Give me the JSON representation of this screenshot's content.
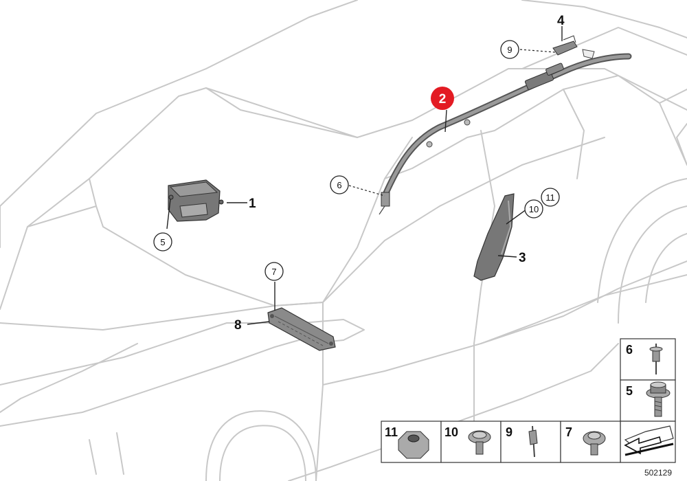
{
  "callouts": [
    {
      "id": "1",
      "label": "1"
    },
    {
      "id": "2",
      "label": "2",
      "highlight_color": "#e31b23"
    },
    {
      "id": "3",
      "label": "3"
    },
    {
      "id": "4",
      "label": "4"
    },
    {
      "id": "8",
      "label": "8"
    }
  ],
  "circled_refs": [
    {
      "label": "5"
    },
    {
      "label": "6"
    },
    {
      "label": "7"
    },
    {
      "label": "9"
    },
    {
      "label": "10"
    },
    {
      "label": "11"
    }
  ],
  "fastener_legend": [
    {
      "label": "6",
      "icon": "blind-rivet-icon"
    },
    {
      "label": "5",
      "icon": "flange-screw-icon"
    },
    {
      "label": "11",
      "icon": "hex-nut-icon"
    },
    {
      "label": "10",
      "icon": "torx-screw-icon"
    },
    {
      "label": "9",
      "icon": "expanding-rivet-icon"
    },
    {
      "label": "7",
      "icon": "pan-screw-icon"
    }
  ],
  "drawing_id": "502129",
  "colors": {
    "highlight": "#e31b23",
    "outline": "#c8c8c8",
    "part": "#6e6e6e"
  }
}
